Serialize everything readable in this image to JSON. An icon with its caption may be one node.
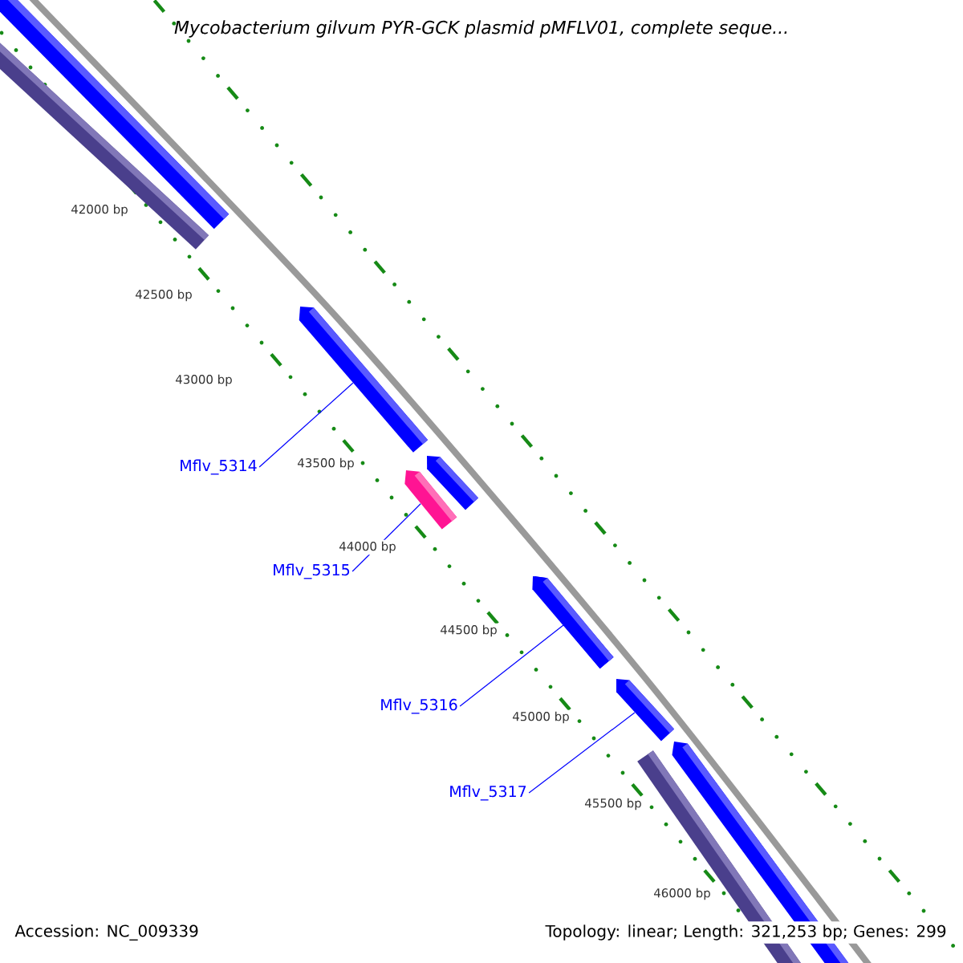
{
  "diagram": {
    "title": "*Mycobacterium gilvum* PYR-GCK plasmid pMFLV01, complete seque...",
    "nodes": [
      {
        "text": [
          "Mflv_5314"
        ]
      },
      {
        "text": [],
        "shape": "bar"
      },
      {
        "text": [
          "Mflv_5315"
        ]
      },
      {
        "text": [],
        "shape": "bar"
      },
      {
        "text": [
          "Mflv_5316"
        ]
      },
      {
        "text": [],
        "shape": "bar"
      },
      {
        "text": [
          "Mflv_5317"
        ]
      },
      {
        "text": [],
        "shape": "bar"
      }
    ],
    "edges": [
      {
        "from": 0,
        "to": 1,
        "arrow": "none"
      },
      {
        "from": 2,
        "to": 3,
        "arrow": "none"
      },
      {
        "from": 4,
        "to": 5,
        "arrow": "none"
      },
      {
        "from": 6,
        "to": 7,
        "arrow": "none"
      }
    ],
    "labels": [
      "42000 bp",
      "42500 bp",
      "43000 bp",
      "43500 bp",
      "44000 bp",
      "44500 bp",
      "45000 bp",
      "45500 bp",
      "46000 bp",
      "Accession: NC_009339",
      "Topology: linear; Length: 321,253 bp; Genes: 299"
    ]
  }
}
